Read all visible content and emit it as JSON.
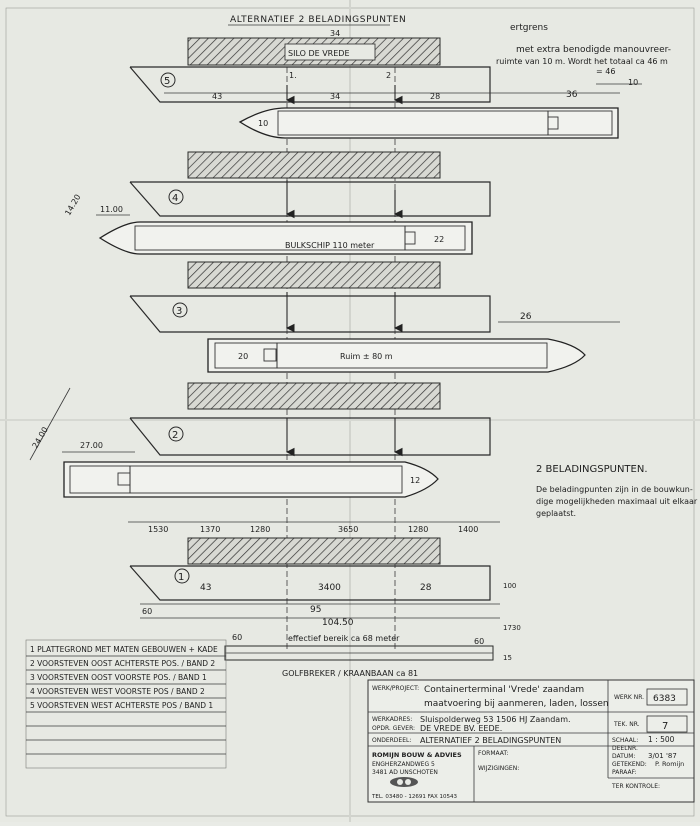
{
  "title": "ALTERNATIEF 2 BELADINGSPUNTEN",
  "top_notes": {
    "ertgrens": "ertgrens",
    "manoeuvre": "met extra benodigde manouvreer-",
    "manoeuvre2": "ruimte van 10 m. Wordt het totaal ca 46 m",
    "val_46": "= 46",
    "val_10": "10",
    "silo": "SILO DE VREDE",
    "dim_34_top": "34",
    "p1": "1.",
    "p2": "2"
  },
  "rows": [
    {
      "no": "5",
      "dims": [
        "43",
        "34",
        "28",
        "36"
      ],
      "ship_no": "10"
    },
    {
      "no": "4",
      "ship_label": "BULKSCHIP 110 meter",
      "ship_no": "22",
      "dim_a": "14.20",
      "dim_b": "11.00"
    },
    {
      "no": "3",
      "ship_label": "Ruim ± 80 m",
      "ship_no": "20",
      "dim_26": "26"
    },
    {
      "no": "2",
      "ship_no": "12",
      "dim_a": "24.00",
      "dim_b": "27.00"
    },
    {
      "no": "1",
      "dims": [
        "43",
        "3400",
        "28"
      ]
    }
  ],
  "bottom_dims": {
    "top_row": [
      "1530",
      "1370",
      "1280",
      "3650",
      "1280",
      "1400"
    ],
    "mid": "3400",
    "d_100": "100",
    "d_60": "60",
    "d_95": "95",
    "d_1045": "104.50",
    "d_60b": "60",
    "effectief": "effectief bereik ca 68 meter",
    "d_60c": "60",
    "d_1730": "1730",
    "d_15": "15",
    "golfbreker": "GOLFBREKER / KRAANBAAN ca 81"
  },
  "right_note": {
    "heading": "2 BELADINGSPUNTEN.",
    "l1": "De beladingpunten zijn in de bouwkun-",
    "l2": "dige mogelijkheden maximaal uit elkaar",
    "l3": "geplaatst."
  },
  "legend": [
    "1 PLATTEGROND MET MATEN GEBOUWEN + KADE",
    "2 VOORSTEVEN OOST ACHTERSTE POS. / BAND 2",
    "3 VOORSTEVEN OOST VOORSTE POS. / BAND 1",
    "4 VOORSTEVEN WEST VOORSTE POS / BAND 2",
    "5 VOORSTEVEN WEST ACHTERSTE POS / BAND 1"
  ],
  "title_block": {
    "werk_label": "WERK/PROJECT:",
    "werk_value": "Containerterminal 'Vrede' zaandam",
    "werk_value2": "maatvoering bij aanmeren, laden, lossen",
    "werknr_label": "WERK NR.",
    "werknr_value": "6383",
    "adres_label": "WERKADRES:",
    "adres_value": "Sluispolderweg 53  1506 HJ Zaandam.",
    "opdr_label": "OPDR. GEVER:",
    "opdr_value": "DE VREDE BV.  EEDE.",
    "teknr_label": "TEK. NR.",
    "teknr_value": "7",
    "onderdeel_label": "ONDERDEEL:",
    "onderdeel_value": "ALTERNATIEF 2 BELADINGSPUNTEN",
    "company": "ROMIJN BOUW & ADVIES",
    "addr1": "ENGHERZANDWEG 5",
    "addr2": "3481 AD UNSCHOTEN",
    "tel": "TEL. 03480 - 12691  FAX 10543",
    "formaat": "FORMAAT:",
    "wijzigingen": "WIJZIGINGEN:",
    "schaal_label": "SCHAAL:",
    "schaal_value": "1 : 500",
    "deelnr": "DEELNR.",
    "datum_label": "DATUM:",
    "datum_value": "3/01 '87",
    "getekend_label": "GETEKEND:",
    "getekend_value": "P. Romijn",
    "paraaf": "PARAAF:",
    "terkontrole": "TER KONTROLE:"
  }
}
